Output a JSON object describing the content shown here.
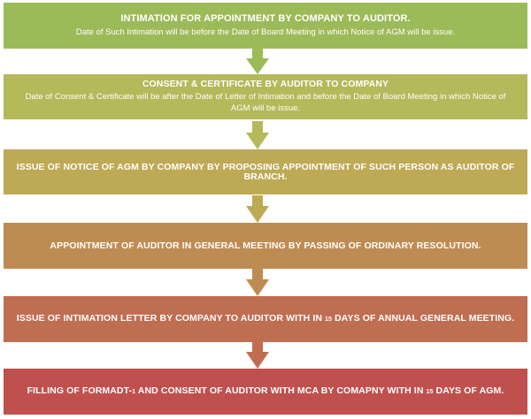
{
  "flowchart": {
    "steps": [
      {
        "title": "INTIMATION FOR APPOINTMENT BY COMPANY TO AUDITOR.",
        "description": "Date of Such Intimation will be before the Date of Board Meeting in which Notice of AGM will be issue.",
        "color": "#9bbb59"
      },
      {
        "title": "CONSENT & CERTIFICATE BY AUDITOR TO COMPANY",
        "description": "Date of Consent & Certificate will be after the Date of Letter of Intimation and before the Date of Board Meeting in which Notice of AGM will be issue.",
        "color": "#b4b95a"
      },
      {
        "title": "ISSUE OF NOTICE OF AGM BY COMPANY BY PROPOSING APPOINTMENT OF SUCH PERSON AS AUDITOR OF BRANCH.",
        "color": "#bea955"
      },
      {
        "title": "APPOINTMENT OF AUDITOR IN GENERAL MEETING BY PASSING OF ORDINARY RESOLUTION.",
        "color": "#be8c53"
      },
      {
        "title_parts": [
          "ISSUE OF INTIMATION LETTER BY COMPANY TO AUDITOR WITH IN ",
          "15",
          " DAYS OF ANNUAL GENERAL MEETING."
        ],
        "color": "#bf6e51"
      },
      {
        "title_parts": [
          "FILLING OF FORMADT-",
          "1",
          " AND CONSENT OF AUDITOR WITH MCA BY COMAPNY WITH IN ",
          "15",
          " DAYS OF AGM."
        ],
        "color": "#c0504e"
      }
    ],
    "arrows": [
      {
        "from": 1,
        "to": 2,
        "color": "#9bbb59"
      },
      {
        "from": 2,
        "to": 3,
        "color": "#b4b95a"
      },
      {
        "from": 3,
        "to": 4,
        "color": "#bea955"
      },
      {
        "from": 4,
        "to": 5,
        "color": "#be8c53"
      },
      {
        "from": 5,
        "to": 6,
        "color": "#bf6e51"
      }
    ]
  }
}
